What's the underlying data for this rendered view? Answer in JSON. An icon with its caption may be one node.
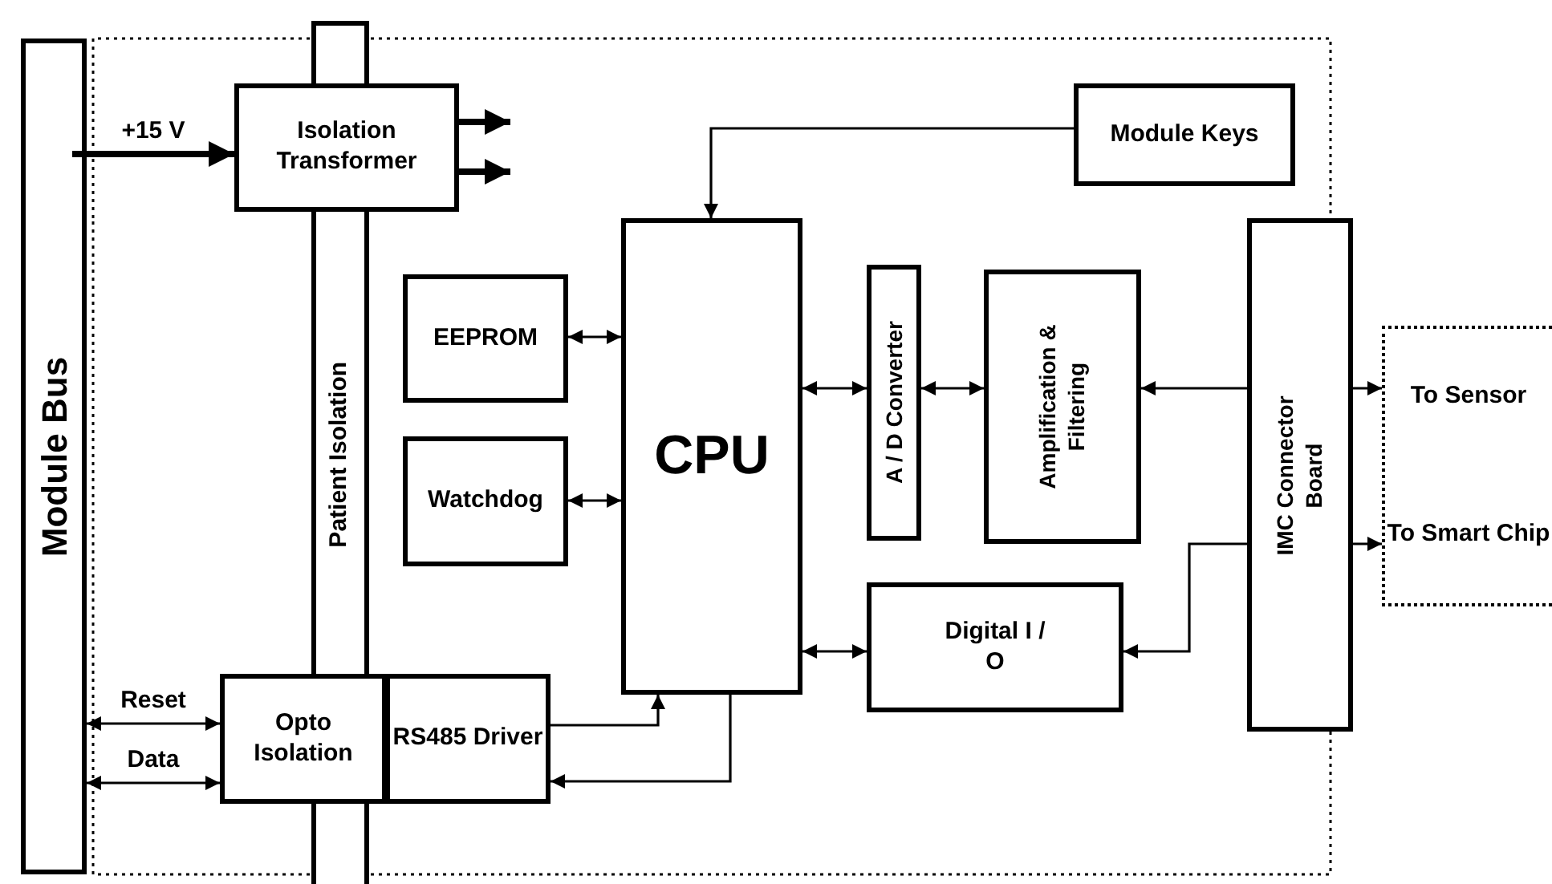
{
  "diagram": {
    "nodes": [
      {
        "text": [
          "Module Bus"
        ]
      },
      {
        "text": [
          "Patient Isolation"
        ]
      },
      {
        "text": [
          "Isolation Transformer"
        ]
      },
      {
        "text": [
          "Module Keys"
        ]
      },
      {
        "text": [
          "CPU"
        ]
      },
      {
        "text": [
          "EEPROM"
        ]
      },
      {
        "text": [
          "Watchdog"
        ]
      },
      {
        "text": [
          "A / D Converter"
        ]
      },
      {
        "text": [
          "Amplification & Filtering"
        ]
      },
      {
        "text": [
          "IMC Connector Board"
        ]
      },
      {
        "text": [
          "To Sensor",
          "To Smart Chip"
        ]
      },
      {
        "text": [
          "Digital I / O"
        ]
      },
      {
        "text": [
          "Opto Isolation"
        ]
      },
      {
        "text": [
          "RS485 Driver"
        ]
      }
    ],
    "edges": [
      {
        "from": 0,
        "to": 2,
        "arrow": "to",
        "label": "+15 V",
        "style": "thick"
      },
      {
        "from": 2,
        "to": null,
        "arrow": "to",
        "style": "thick"
      },
      {
        "from": 2,
        "to": null,
        "arrow": "to",
        "style": "thick"
      },
      {
        "from": 3,
        "to": 4,
        "arrow": "to"
      },
      {
        "from": 5,
        "to": 4,
        "arrow": "both"
      },
      {
        "from": 6,
        "to": 4,
        "arrow": "both"
      },
      {
        "from": 4,
        "to": 7,
        "arrow": "both"
      },
      {
        "from": 7,
        "to": 8,
        "arrow": "both"
      },
      {
        "from": 9,
        "to": 8,
        "arrow": "to"
      },
      {
        "from": 9,
        "to": 10,
        "arrow": "to"
      },
      {
        "from": 9,
        "to": 11,
        "arrow": "to"
      },
      {
        "from": 9,
        "to": 10,
        "arrow": "to"
      },
      {
        "from": 4,
        "to": 11,
        "arrow": "both"
      },
      {
        "from": 0,
        "to": 12,
        "arrow": "both",
        "label": "Reset"
      },
      {
        "from": 0,
        "to": 12,
        "arrow": "both",
        "label": "Data"
      },
      {
        "from": 13,
        "to": 4,
        "arrow": "to"
      },
      {
        "from": 4,
        "to": 13,
        "arrow": "to"
      }
    ]
  }
}
